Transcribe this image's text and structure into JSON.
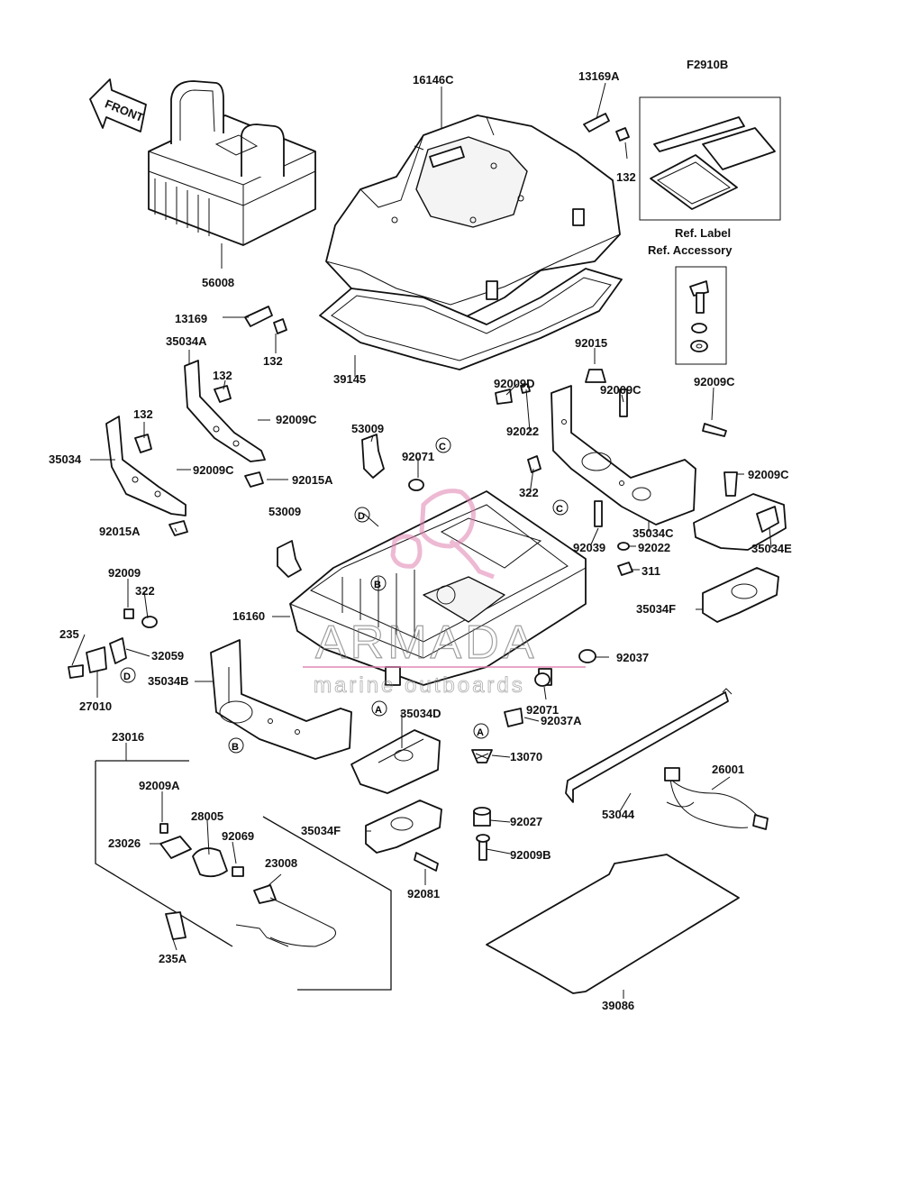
{
  "figure_code": "F2910B",
  "front_arrow": "FRONT",
  "ref_label": [
    "Ref. Label",
    "Ref. Accessory"
  ],
  "watermark": {
    "brand": "ARMADA",
    "tagline": "marine outboards",
    "color": "#e080b0"
  },
  "callout_letters": [
    "A",
    "B",
    "C",
    "D"
  ],
  "parts": [
    {
      "id": "p16146C",
      "label": "16146C"
    },
    {
      "id": "p13169A",
      "label": "13169A"
    },
    {
      "id": "p132a",
      "label": "132"
    },
    {
      "id": "p56008",
      "label": "56008"
    },
    {
      "id": "p13169",
      "label": "13169"
    },
    {
      "id": "p132b",
      "label": "132"
    },
    {
      "id": "p35034A",
      "label": "35034A"
    },
    {
      "id": "p132c",
      "label": "132"
    },
    {
      "id": "p39145",
      "label": "39145"
    },
    {
      "id": "p132d",
      "label": "132"
    },
    {
      "id": "p92009C_a",
      "label": "92009C"
    },
    {
      "id": "p35034",
      "label": "35034"
    },
    {
      "id": "p92009C_b",
      "label": "92009C"
    },
    {
      "id": "p92015A_a",
      "label": "92015A"
    },
    {
      "id": "p92015A_b",
      "label": "92015A"
    },
    {
      "id": "p53009_a",
      "label": "53009"
    },
    {
      "id": "p92071_a",
      "label": "92071"
    },
    {
      "id": "p92015",
      "label": "92015"
    },
    {
      "id": "p92009D",
      "label": "92009D"
    },
    {
      "id": "p92009C_c",
      "label": "92009C"
    },
    {
      "id": "p92022_a",
      "label": "92022"
    },
    {
      "id": "p92009C_d",
      "label": "92009C"
    },
    {
      "id": "p322_a",
      "label": "322"
    },
    {
      "id": "p92009C_e",
      "label": "92009C"
    },
    {
      "id": "p53009_b",
      "label": "53009"
    },
    {
      "id": "p35034C",
      "label": "35034C"
    },
    {
      "id": "p92039",
      "label": "92039"
    },
    {
      "id": "p92022_b",
      "label": "92022"
    },
    {
      "id": "p35034E",
      "label": "35034E"
    },
    {
      "id": "p311",
      "label": "311"
    },
    {
      "id": "p92009",
      "label": "92009"
    },
    {
      "id": "p322_b",
      "label": "322"
    },
    {
      "id": "p16160",
      "label": "16160"
    },
    {
      "id": "p35034F_a",
      "label": "35034F"
    },
    {
      "id": "p235",
      "label": "235"
    },
    {
      "id": "p32059",
      "label": "32059"
    },
    {
      "id": "p35034B",
      "label": "35034B"
    },
    {
      "id": "p27010",
      "label": "27010"
    },
    {
      "id": "p92037",
      "label": "92037"
    },
    {
      "id": "p92071_b",
      "label": "92071"
    },
    {
      "id": "p35034D",
      "label": "35034D"
    },
    {
      "id": "p92037A",
      "label": "92037A"
    },
    {
      "id": "p23016",
      "label": "23016"
    },
    {
      "id": "p13070",
      "label": "13070"
    },
    {
      "id": "p26001",
      "label": "26001"
    },
    {
      "id": "p92009A",
      "label": "92009A"
    },
    {
      "id": "p28005",
      "label": "28005"
    },
    {
      "id": "p23026",
      "label": "23026"
    },
    {
      "id": "p92069",
      "label": "92069"
    },
    {
      "id": "p35034F_b",
      "label": "35034F"
    },
    {
      "id": "p92027",
      "label": "92027"
    },
    {
      "id": "p53044",
      "label": "53044"
    },
    {
      "id": "p23008",
      "label": "23008"
    },
    {
      "id": "p92009B",
      "label": "92009B"
    },
    {
      "id": "p92081",
      "label": "92081"
    },
    {
      "id": "p235A",
      "label": "235A"
    },
    {
      "id": "p39086",
      "label": "39086"
    }
  ]
}
